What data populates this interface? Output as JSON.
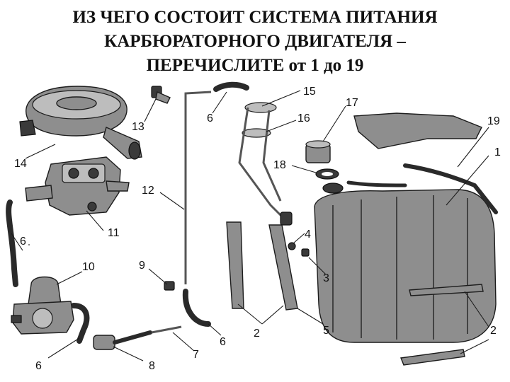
{
  "title": {
    "line1": "ИЗ ЧЕГО СОСТОИТ СИСТЕМА ПИТАНИЯ",
    "line2": "КАРБЮРАТОРНОГО ДВИГАТЕЛЯ –",
    "line3": "ПЕРЕЧИСЛИТЕ от 1 до 19"
  },
  "labels": {
    "n1": "1",
    "n2a": "2",
    "n2b": "2",
    "n3": "3",
    "n4": "4",
    "n5": "5",
    "n6a": "6",
    "n6b": "6",
    "n6c": "6",
    "n6d": "6",
    "n7": "7",
    "n8": "8",
    "n9": "9",
    "n10": "10",
    "n11": "11",
    "n12": "12",
    "n13": "13",
    "n14": "14",
    "n15": "15",
    "n16": "16",
    "n17": "17",
    "n18": "18",
    "n19": "19"
  }
}
